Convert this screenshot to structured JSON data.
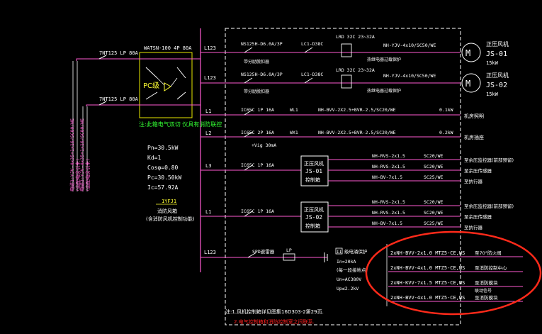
{
  "colors": {
    "background": "#000000",
    "wire_magenta": "#ff5ad2",
    "wire_red": "#ff2020",
    "text_white": "#ffffff",
    "text_yellow": "#ffff33",
    "text_green": "#33ff33",
    "text_cyan": "#33ffff",
    "frame_yellow": "#e8e800",
    "highlight_ellipse": "#ff2a1a"
  },
  "incoming": {
    "breaker_top": "7NT125 LP 80A",
    "breaker_bottom": "7NT125 LP 80A",
    "switch_label": "WATSN-100 4P 80A",
    "pc_label": "PC级",
    "feeder_1": "电缆1:YJV-4x35+1x16/SC80/WE",
    "feeder_1_tag": "(由配电房引来)",
    "feeder_2": "电缆2:YJV-4x35+1x16/SC80/WE",
    "feeder_2_tag": "(由配电房引来)"
  },
  "ats_note": "注:此箱电气双切 仪具有消防联控",
  "params": [
    "Pn=30.5kW",
    "Kd=1",
    "Cosφ=0.80",
    "Pc=30.50kW",
    "Ic=57.92A"
  ],
  "cabinet": {
    "id": "1YFJ1",
    "name": "消防风箱",
    "note": "(含消防风机控制功能)"
  },
  "bus_labels": [
    "L123",
    "L123",
    "L1",
    "L2",
    "L3",
    "L1",
    "L123"
  ],
  "branches": [
    {
      "breaker": "NS125H-D6.0A/3P",
      "sub": "带分励脱扣器",
      "contactor": "LC1-D38C",
      "relay": "LRD 32C  23~32A",
      "relay_sub": "热继电器过载保护",
      "cable": "NH-YJV-4x10/SC50/WE",
      "load_name": "正压风机",
      "load_id": "JS-01",
      "load_power": "15kW"
    },
    {
      "breaker": "NS125H-D6.0A/3P",
      "sub": "带分励脱扣器",
      "contactor": "LC1-D38C",
      "relay": "LRD 32C  23~32A",
      "relay_sub": "热继电器过载保护",
      "cable": "NH-YJV-4x10/SC50/WE",
      "load_name": "正压风机",
      "load_id": "JS-02",
      "load_power": "15kW"
    },
    {
      "breaker": "IC65C 1P 16A",
      "circuit": "WL1",
      "cable": "NH-BVV-2X2.5+BVR-2.5/SC20/WE",
      "power": "0.1kW",
      "load": "机房照明"
    },
    {
      "breaker": "IC65C 2P 16A",
      "circuit": "WX1",
      "cable": "NH-BVV-2X2.5+BVR-2.5/SC20/WE",
      "power": "0.2kW",
      "load": "机房插座",
      "rcd": "+Vig 30mA"
    }
  ],
  "control_groups": [
    {
      "breaker": "IC65C 1P 16A",
      "box_line1": "正压风机",
      "box_line2": "JS-01",
      "box_line3": "控制箱",
      "lines": [
        {
          "cable": "NH-RVS-2x1.5",
          "conduit": "SC20/WE",
          "target": "至余压监控器(前部预留)"
        },
        {
          "cable": "NH-RVS-2x1.5",
          "conduit": "SC20/WE",
          "target": "至余压传感器"
        },
        {
          "cable": "NH-BV-7x1.5",
          "conduit": "SC25/WE",
          "target": "至执行器"
        }
      ]
    },
    {
      "breaker": "IC65C 1P 16A",
      "box_line1": "正压风机",
      "box_line2": "JS-02",
      "box_line3": "控制箱",
      "lines": [
        {
          "cable": "NH-RVS-2x1.5",
          "conduit": "SC20/WE",
          "target": "至余压监控器(前部预留)"
        },
        {
          "cable": "NH-RVS-2x1.5",
          "conduit": "SC20/WE",
          "target": "至余压传感器"
        },
        {
          "cable": "NH-BV-7x1.5",
          "conduit": "SC25/WE",
          "target": "至执行器"
        }
      ]
    }
  ],
  "spd": {
    "label": "SPD避雷器",
    "lp": "LP",
    "class_box": "II",
    "class_text": "级电涌保护",
    "specs": [
      "In=20kA",
      "(每一段接地点)",
      "Un=AC380V",
      "Up≤2.2kV"
    ]
  },
  "outgoing_fire": [
    {
      "cable": "2xNH-BVV-2x1.0 MTZ5-CE,WS",
      "target": "至70°防火阀"
    },
    {
      "cable": "2xNH-BVV-4x1.0 MTZ5-CE,WS",
      "target": "至消防控制中心"
    },
    {
      "cable": "2xNH-KVV-7x1.5 MTZ5-CE,WS",
      "target": "至消防模块",
      "extra": "联动信号"
    },
    {
      "cable": "2xNH-BVV-4x1.0 MTZ5-CE,WS",
      "target": "至消防模块"
    }
  ],
  "footnotes": {
    "note1": "注:1.风机控制箱详见图集16D303-2第29页.",
    "note2": "2.电气控制箱和消防控制室之间联系."
  }
}
